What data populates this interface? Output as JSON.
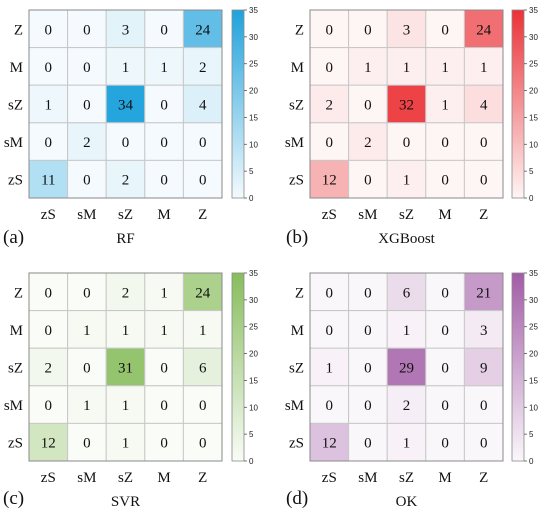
{
  "chart_data": [
    {
      "type": "heatmap",
      "panel_label": "(a)",
      "title": "RF",
      "colormap": "#1fa2dc",
      "x_categories": [
        "zS",
        "sM",
        "sZ",
        "M",
        "Z"
      ],
      "y_categories": [
        "Z",
        "M",
        "sZ",
        "sM",
        "zS"
      ],
      "values": [
        [
          0,
          0,
          3,
          0,
          24
        ],
        [
          0,
          0,
          1,
          1,
          2
        ],
        [
          1,
          0,
          34,
          0,
          4
        ],
        [
          0,
          2,
          0,
          0,
          0
        ],
        [
          11,
          0,
          2,
          0,
          0
        ]
      ],
      "colorbar": {
        "range": [
          0,
          35
        ],
        "ticks": [
          "0",
          "5",
          "10",
          "15",
          "20",
          "25",
          "30",
          "35"
        ]
      }
    },
    {
      "type": "heatmap",
      "panel_label": "(b)",
      "title": "XGBoost",
      "colormap": "#eb3237",
      "x_categories": [
        "zS",
        "sM",
        "sZ",
        "M",
        "Z"
      ],
      "y_categories": [
        "Z",
        "M",
        "sZ",
        "sM",
        "zS"
      ],
      "values": [
        [
          0,
          0,
          3,
          0,
          24
        ],
        [
          0,
          1,
          1,
          1,
          1
        ],
        [
          2,
          0,
          32,
          1,
          4
        ],
        [
          0,
          2,
          0,
          0,
          0
        ],
        [
          12,
          0,
          1,
          0,
          0
        ]
      ],
      "colorbar": {
        "range": [
          0,
          35
        ],
        "ticks": [
          "0",
          "5",
          "10",
          "15",
          "20",
          "25",
          "30",
          "35"
        ]
      }
    },
    {
      "type": "heatmap",
      "panel_label": "(c)",
      "title": "SVR",
      "colormap": "#87bd5c",
      "x_categories": [
        "zS",
        "sM",
        "sZ",
        "M",
        "Z"
      ],
      "y_categories": [
        "Z",
        "M",
        "sZ",
        "sM",
        "zS"
      ],
      "values": [
        [
          0,
          0,
          2,
          1,
          24
        ],
        [
          0,
          1,
          1,
          1,
          1
        ],
        [
          2,
          0,
          31,
          0,
          6
        ],
        [
          0,
          1,
          1,
          0,
          0
        ],
        [
          12,
          0,
          1,
          0,
          0
        ]
      ],
      "colorbar": {
        "range": [
          0,
          35
        ],
        "ticks": [
          "0",
          "5",
          "10",
          "15",
          "20",
          "25",
          "30",
          "35"
        ]
      }
    },
    {
      "type": "heatmap",
      "panel_label": "(d)",
      "title": "OK",
      "colormap": "#a25ca6",
      "x_categories": [
        "zS",
        "sM",
        "sZ",
        "M",
        "Z"
      ],
      "y_categories": [
        "Z",
        "M",
        "sZ",
        "sM",
        "zS"
      ],
      "values": [
        [
          0,
          0,
          6,
          0,
          21
        ],
        [
          0,
          0,
          1,
          0,
          3
        ],
        [
          1,
          0,
          29,
          0,
          9
        ],
        [
          0,
          0,
          2,
          0,
          0
        ],
        [
          12,
          0,
          1,
          0,
          0
        ]
      ],
      "colorbar": {
        "range": [
          0,
          35
        ],
        "ticks": [
          "0",
          "5",
          "10",
          "15",
          "20",
          "25",
          "30",
          "35"
        ]
      }
    }
  ]
}
